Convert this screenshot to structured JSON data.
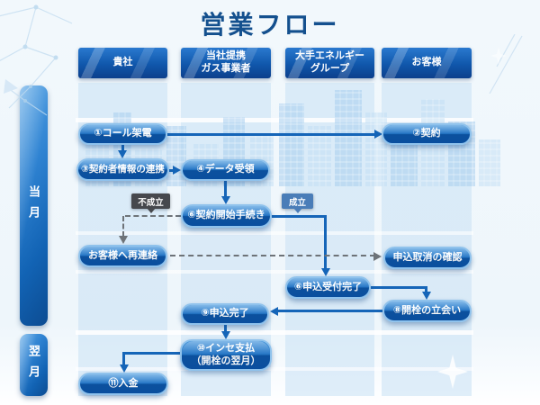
{
  "title": "営業フロー",
  "lanes": [
    {
      "label": "貴社"
    },
    {
      "label": "当社提携\nガス事業者"
    },
    {
      "label": "大手エネルギー\nグループ"
    },
    {
      "label": "お客様"
    }
  ],
  "months": [
    {
      "label": "当月"
    },
    {
      "label": "翌月"
    }
  ],
  "nodes": [
    {
      "id": "call",
      "label": "①コール架電"
    },
    {
      "id": "contract",
      "label": "②契約"
    },
    {
      "id": "info-share",
      "label": "③契約者情報の連携"
    },
    {
      "id": "data-receipt",
      "label": "④データ受領"
    },
    {
      "id": "contract-start",
      "label": "⑥契約開始手続き"
    },
    {
      "id": "recontact",
      "label": "お客様へ再連絡"
    },
    {
      "id": "cancel-confirm",
      "label": "申込取消の確認"
    },
    {
      "id": "accept-complete",
      "label": "⑥申込受付完了"
    },
    {
      "id": "valve-opening",
      "label": "⑧開栓の立会い"
    },
    {
      "id": "apply-complete",
      "label": "⑨申込完了"
    },
    {
      "id": "incentive",
      "label": "⑩インセ支払\n（開栓の翌月）"
    },
    {
      "id": "deposit",
      "label": "⑪入金"
    }
  ],
  "branch_tags": [
    {
      "id": "fail",
      "label": "不成立",
      "color": "#46484d"
    },
    {
      "id": "ok",
      "label": "成立",
      "color": "#4a7db8"
    }
  ],
  "colors": {
    "title": "#14508e",
    "flow_line": "#1565b8",
    "dashed_line": "#6e7378",
    "node_border": "#8fc2ec",
    "header_top": "#2a79cf",
    "header_bottom": "#0c3f8c",
    "column_tint": "#cbe2f5"
  }
}
